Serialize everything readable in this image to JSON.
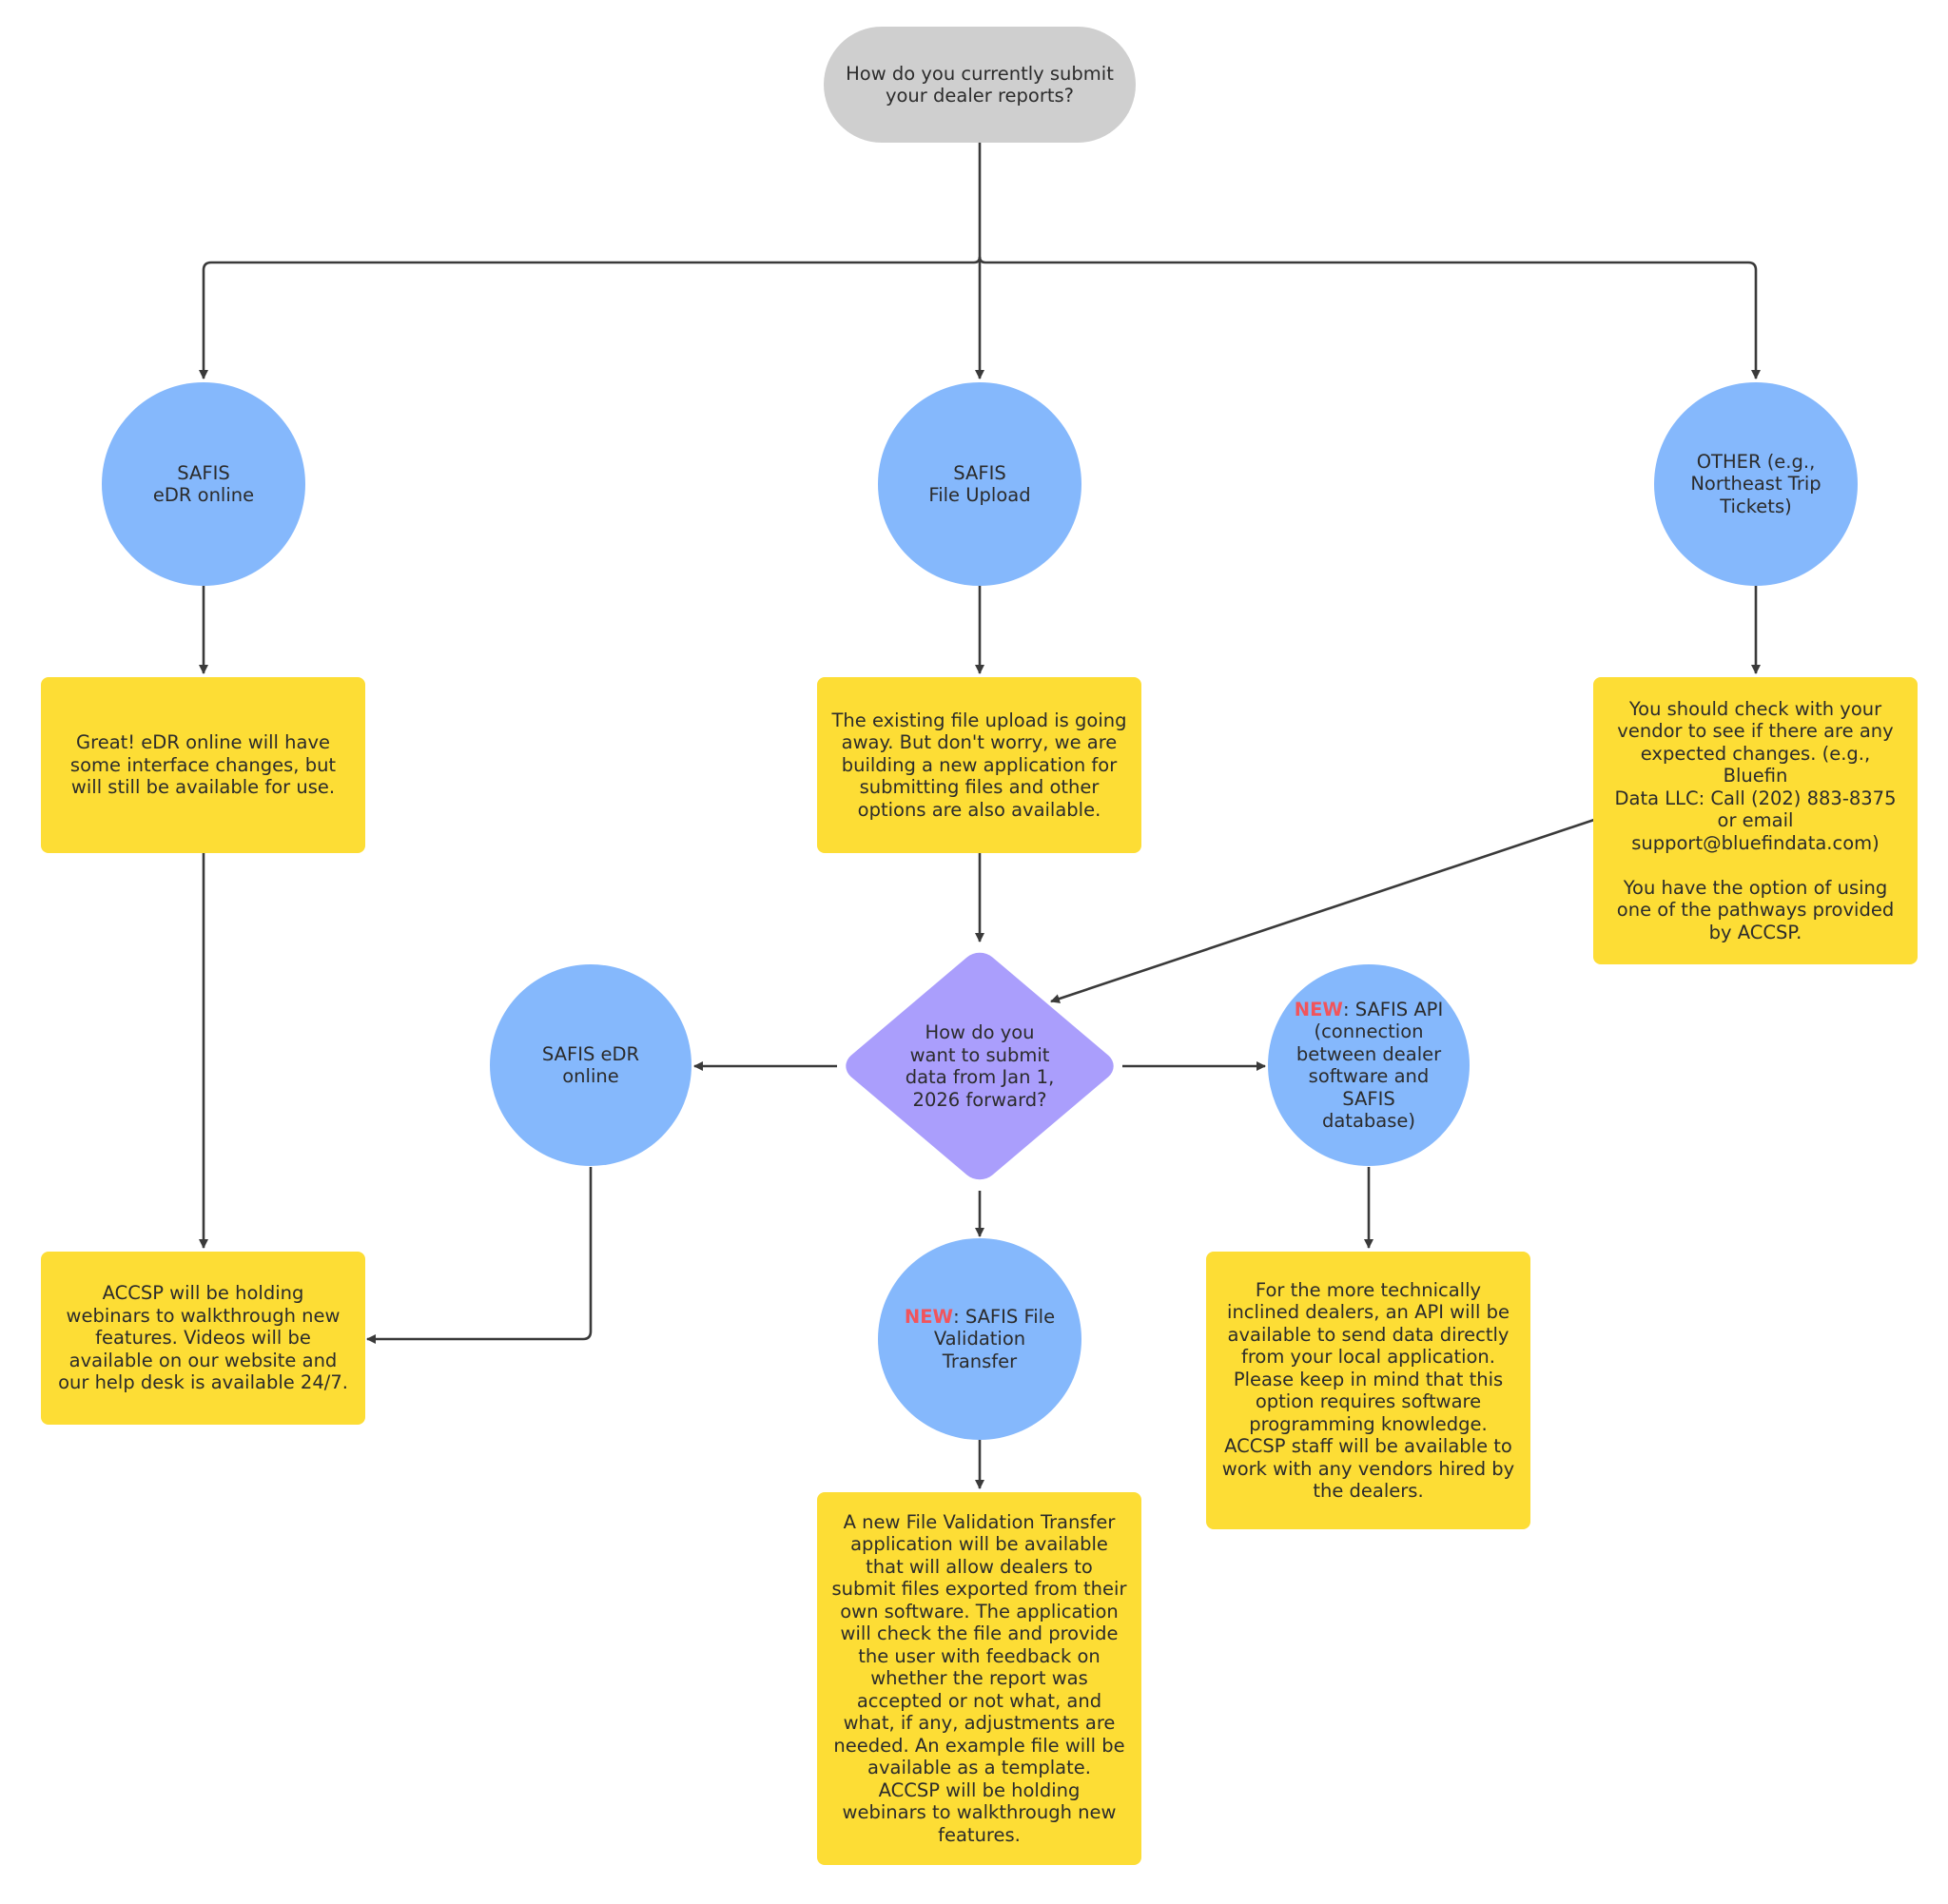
{
  "colors": {
    "start": "#cfcfcf",
    "pathway_circle": "#85b8fc",
    "info_box": "#fddd35",
    "decision": "#aa9efc",
    "new_tag": "#f2545b",
    "connector": "#3a3a3a"
  },
  "start": {
    "text": "How do you currently submit\nyour dealer reports?"
  },
  "current_methods": [
    {
      "label": "SAFIS\neDR online"
    },
    {
      "label": "SAFIS\nFile Upload"
    },
    {
      "label": "OTHER (e.g.,\nNortheast Trip\nTickets)"
    }
  ],
  "info": {
    "edr_online": "Great! eDR online will have\nsome interface changes, but\nwill still be available for use.",
    "file_upload": "The existing file upload is going\naway. But don't worry, we are\nbuilding a new application for\nsubmitting files and other\noptions are also available.",
    "other": "You should check with your\nvendor to see if there are any\nexpected changes. (e.g., Bluefin\nData LLC: Call (202) 883-8375\nor email\nsupport@bluefindata.com)\n\nYou have the option of using\none of the pathways provided\nby ACCSP.",
    "webinars": "ACCSP will be holding\nwebinars to walkthrough new\nfeatures. Videos will be\navailable on our website and\nour help desk is available 24/7.",
    "api": "For the more technically\ninclined dealers, an API will be\navailable to send data directly\nfrom your local application.\nPlease keep in mind that this\noption requires software\nprogramming knowledge.\nACCSP staff will be available to\nwork with any vendors hired by\nthe dealers.",
    "fvt": "A new File Validation Transfer\napplication will be available\nthat will allow dealers to\nsubmit files exported from their\nown software. The application\nwill check the file and provide\nthe user with feedback on\nwhether the report was\naccepted or not what, and\nwhat, if any, adjustments are\nneeded. An example file will be\navailable as a template.\nACCSP will be holding\nwebinars to walkthrough new\nfeatures."
  },
  "decision": {
    "text": "How do you\nwant to submit\ndata from Jan 1,\n2026 forward?"
  },
  "new_options": {
    "edr": {
      "label": "SAFIS eDR\nonline"
    },
    "api": {
      "tag": "NEW",
      "label": ": SAFIS API\n(connection\nbetween dealer\nsoftware and\nSAFIS\ndatabase)"
    },
    "fvt": {
      "tag": "NEW",
      "label": ": SAFIS File\nValidation\nTransfer"
    }
  }
}
